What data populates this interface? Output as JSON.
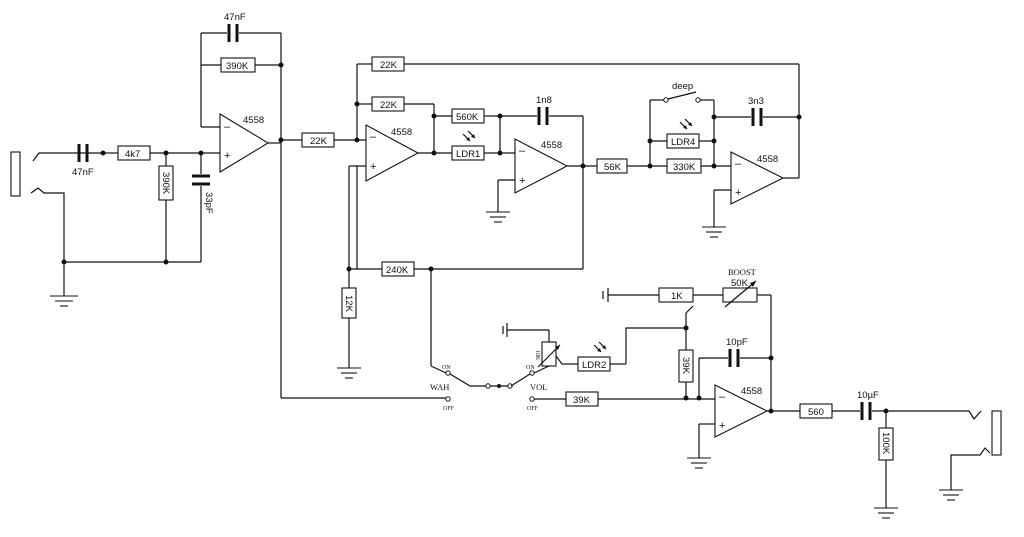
{
  "components": {
    "c_in": "47nF",
    "r_in": "4k7",
    "r_bias": "390K",
    "c_bias": "33pF",
    "c_fb1": "47nF",
    "r_fb1": "390K",
    "op1": "4558",
    "r_22k_a": "22K",
    "r_22k_top": "22K",
    "r_22k_b": "22K",
    "op2": "4558",
    "r_560k": "560K",
    "ldr1": "LDR1",
    "c_1n8": "1n8",
    "op3": "4558",
    "r_56k": "56K",
    "r_330k": "330K",
    "ldr4": "LDR4",
    "sw_deep": "deep",
    "c_3n3": "3n3",
    "op4": "4558",
    "r_240k": "240K",
    "r_12k": "12K",
    "r_1k": "1K",
    "pot_boost": "50K",
    "boost_label": "BOOST",
    "pot_10k": "10K",
    "ldr2": "LDR2",
    "r_39k_v": "39K",
    "c_10pf": "10pF",
    "op5": "4558",
    "r_39k_h": "39K",
    "r_560": "560",
    "c_out": "10µF",
    "r_100k": "100K"
  },
  "switches": {
    "wah": "WAH",
    "wah_on": "ON",
    "wah_off": "OFF",
    "vol": "VOL",
    "vol_on": "ON",
    "vol_off": "OFF"
  },
  "opamp_pins": {
    "minus": "–",
    "plus": "+"
  }
}
